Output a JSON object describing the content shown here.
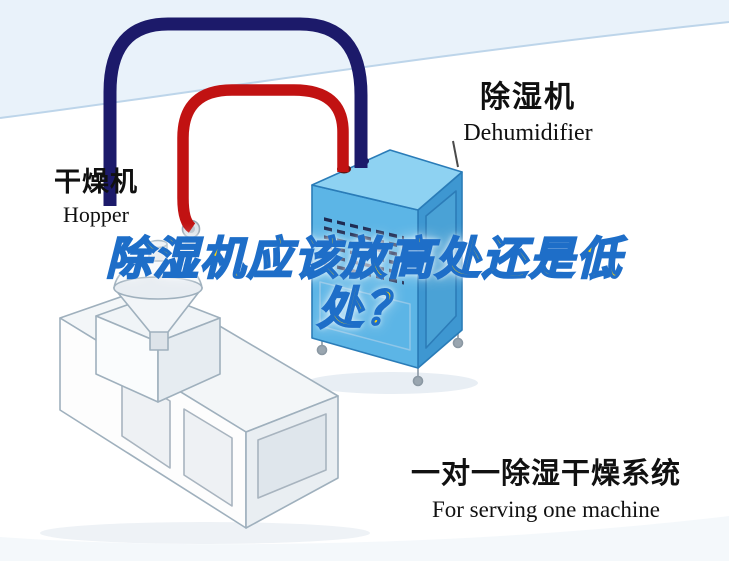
{
  "scene": {
    "background_band_color": "#d7e7f5",
    "background_curve_color": "#bdd5ea"
  },
  "machine_labels": {
    "hopper": {
      "zh": "干燥机",
      "en": "Hopper"
    },
    "dehumidifier": {
      "zh": "除湿机",
      "en": "Dehumidifier"
    }
  },
  "headline": {
    "line1": "除湿机应该放高处还是低",
    "line2": "处？",
    "fill_color": "#ffd60a",
    "outline_color": "#1e6ec8"
  },
  "footer_caption": {
    "zh": "一对一除湿干燥系统",
    "en": "For serving one machine"
  },
  "pipes": {
    "supply_pipe_color": "#c11212",
    "return_pipe_color": "#1c1a6a"
  },
  "dehumidifier_colors": {
    "top": "#8ed2f2",
    "front": "#5cb5e6",
    "side": "#3e97d1"
  }
}
